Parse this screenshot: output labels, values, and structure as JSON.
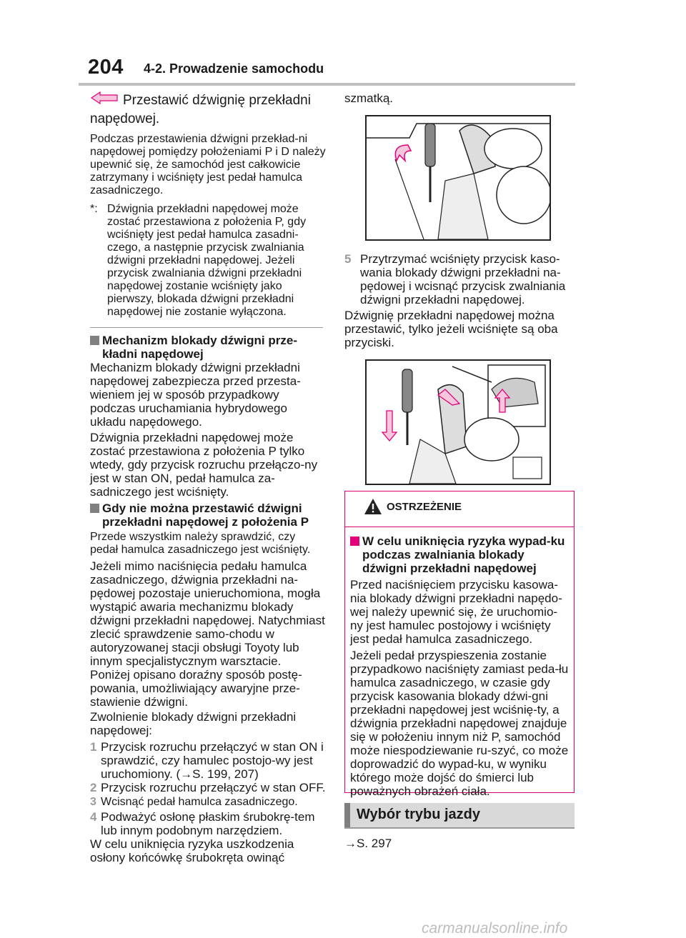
{
  "header": {
    "page_number": "204",
    "section": "4-2. Prowadzenie samochodu"
  },
  "left": {
    "lead": "Przestawić dźwignię przekładni napędowej.",
    "p1": "Podczas przestawienia dźwigni przekład-ni napędowej pomiędzy położeniami P i D należy upewnić się, że samochód jest całkowicie zatrzymany i wciśnięty jest pedał hamulca zasadniczego.",
    "note_mark": "*:",
    "note": "Dźwignia przekładni napędowej może zostać przestawiona z położenia P, gdy wciśnięty jest pedał hamulca zasadni-czego, a następnie przycisk zwalniania dźwigni przekładni napędowej. Jeżeli przycisk zwalniania dźwigni przekładni napędowej zostanie wciśnięty jako pierwszy, blokada dźwigni przekładni napędowej nie zostanie wyłączona.",
    "h1": "Mechanizm blokady dźwigni prze-kładni napędowej",
    "p2": "Mechanizm blokady dźwigni przekładni napędowej zabezpiecza przed przesta-wieniem jej w sposób przypadkowy podczas uruchamiania hybrydowego układu napędowego.",
    "p3": "Dźwignia przekładni napędowej może zostać przestawiona z położenia P tylko wtedy, gdy przycisk rozruchu przełączo-ny jest w stan ON, pedał hamulca za-sadniczego jest wciśnięty.",
    "h2": "Gdy nie można przestawić dźwigni przekładni napędowej z położenia P",
    "p4": "Przede wszystkim należy sprawdzić, czy pedał hamulca zasadniczego jest wciśnięty.",
    "p5": "Jeżeli mimo naciśnięcia pedału hamulca zasadniczego, dźwignia przekładni na-pędowej pozostaje unieruchomiona, mogła wystąpić awaria mechanizmu blokady dźwigni przekładni napędowej. Natychmiast zlecić sprawdzenie samo-chodu w autoryzowanej stacji obsługi Toyoty lub innym specjalistycznym warsztacie.",
    "p6": "Poniżej opisano doraźny sposób postę-powania, umożliwiający awaryjne prze-stawienie dźwigni.",
    "p7": "Zwolnienie blokady dźwigni przekładni napędowej:",
    "steps": [
      {
        "n": "1",
        "t": "Przycisk rozruchu przełączyć w stan ON i sprawdzić, czy hamulec postojo-wy jest uruchomiony. (→S. 199, 207)"
      },
      {
        "n": "2",
        "t": "Przycisk rozruchu przełączyć w stan OFF."
      },
      {
        "n": "3",
        "t": "Wcisnąć pedał hamulca zasadniczego."
      },
      {
        "n": "4",
        "t": "Podważyć osłonę płaskim śrubokrę-tem lub innym podobnym narzędziem."
      }
    ],
    "p8": "W celu uniknięcia ryzyka uszkodzenia osłony końcówkę śrubokręta owinąć"
  },
  "right": {
    "p1": "szmatką.",
    "step5_n": "5",
    "step5": "Przytrzymać wciśnięty przycisk kaso-wania blokady dźwigni przekładni na-pędowej i wcisnąć przycisk zwalniania dźwigni przekładni napędowej.",
    "p2": "Dźwignię przekładni napędowej można przestawić, tylko jeżeli wciśnięte są oba przyciski.",
    "warning": {
      "title": "OSTRZEŻENIE",
      "heading": "W celu uniknięcia ryzyka wypad-ku podczas zwalniania blokady dźwigni przekładni napędowej",
      "p1": "Przed naciśnięciem przycisku kasowa-nia blokady dźwigni przekładni napędo-wej należy upewnić się, że uruchomio-ny jest hamulec postojowy i wciśnięty jest pedał hamulca zasadniczego.",
      "p2": "Jeżeli pedał przyspieszenia zostanie przypadkowo naciśnięty zamiast peda-łu hamulca zasadniczego, w czasie gdy przycisk kasowania blokady dźwi-gni przekładni napędowej jest wciśnię-ty, a dźwignia przekładni napędowej znajduje się w położeniu innym niż P, samochód może niespodziewanie ru-szyć, co może doprowadzić do wypad-ku, w wyniku którego może dojść do śmierci lub poważnych obrażeń ciała."
    },
    "mode_title": "Wybór trybu jazdy",
    "mode_ref": "→S. 297"
  },
  "footer": {
    "watermark": "carmanualsonline.info"
  },
  "colors": {
    "accent": "#e2007a",
    "gray": "#9a9a9a"
  }
}
